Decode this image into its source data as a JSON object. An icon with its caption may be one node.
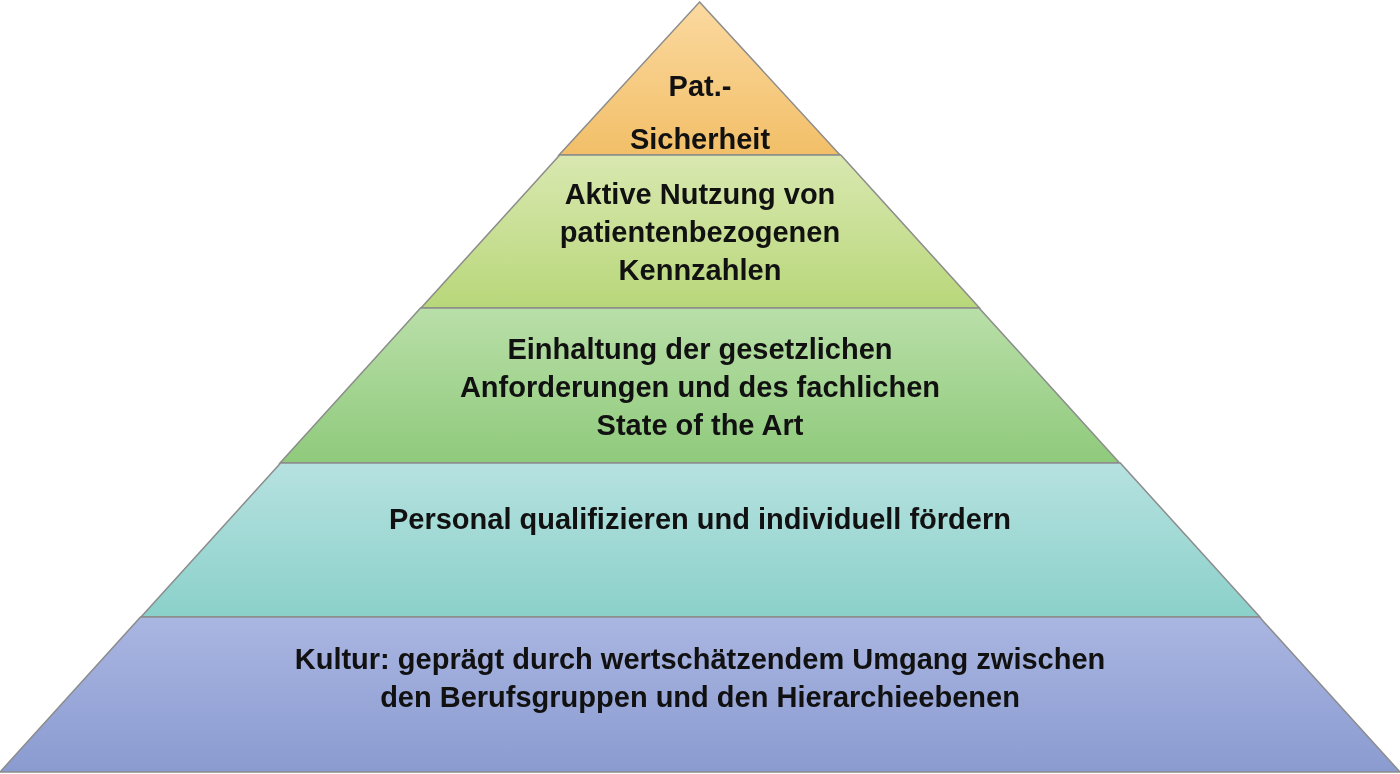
{
  "diagram": {
    "nodes": [
      {
        "text": [
          "Pat.- Sicherheit"
        ]
      },
      {
        "text": [
          "Aktive Nutzung von patientenbezogenen Kennzahlen"
        ]
      },
      {
        "text": [
          "Einhaltung der gesetzlichen Anforderungen und des fachlichen State of the Art"
        ]
      },
      {
        "text": [
          "Personal qualifizieren und individuell fördern"
        ]
      },
      {
        "text": [
          "Kultur: geprägt durch wertschätzendem Umgang zwischen den Berufsgruppen und den Hierarchieebenen"
        ]
      }
    ]
  }
}
